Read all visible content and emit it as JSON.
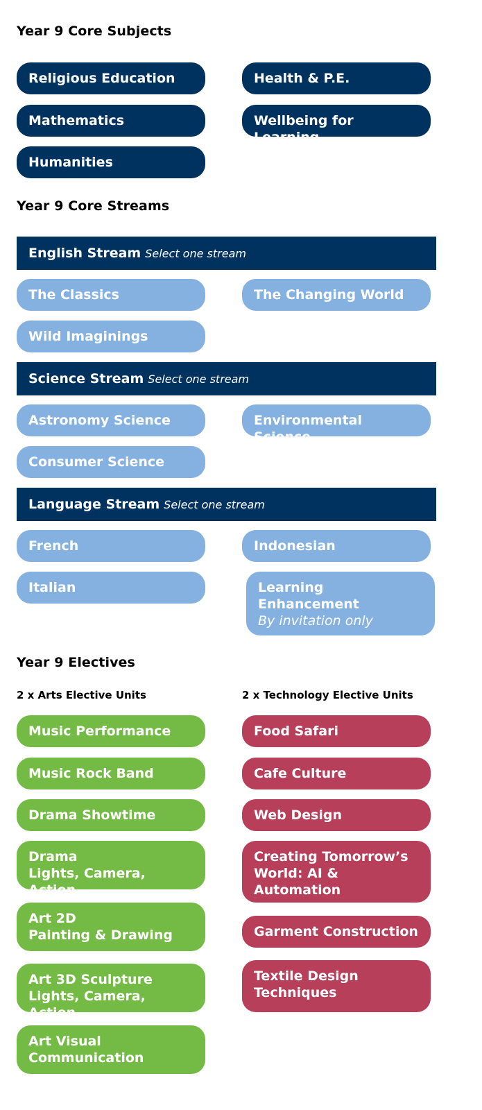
{
  "core_subjects": {
    "heading": "Year 9 Core Subjects",
    "items": [
      "Religious Education",
      "Health & P.E.",
      "Mathematics",
      "Wellbeing for Learning",
      "Humanities"
    ]
  },
  "core_streams": {
    "heading": "Year 9 Core Streams",
    "english": {
      "title": "English Stream",
      "note": "Select one stream",
      "options": [
        "The Classics",
        "The Changing World",
        "Wild Imaginings"
      ]
    },
    "science": {
      "title": "Science Stream",
      "note": "Select one stream",
      "options": [
        "Astronomy Science",
        "Environmental Science",
        "Consumer Science"
      ]
    },
    "language": {
      "title": "Language Stream",
      "note": "Select one stream",
      "options": [
        "French",
        "Indonesian",
        "Italian"
      ],
      "learning_enhancement": {
        "line1": "Learning",
        "line2": "Enhancement",
        "note": "By invitation only"
      }
    }
  },
  "electives": {
    "heading": "Year 9 Electives",
    "arts": {
      "label": "2 x Arts Elective Units",
      "items": [
        [
          "Music Performance"
        ],
        [
          "Music Rock Band"
        ],
        [
          "Drama Showtime"
        ],
        [
          "Drama",
          "Lights, Camera, Action"
        ],
        [
          "Art 2D",
          "Painting & Drawing"
        ],
        [
          "Art 3D Sculpture",
          "Lights, Camera, Action"
        ],
        [
          "Art Visual",
          "Communication"
        ]
      ]
    },
    "technology": {
      "label": "2 x Technology Elective Units",
      "items": [
        [
          "Food Safari"
        ],
        [
          "Cafe Culture"
        ],
        [
          "Web Design"
        ],
        [
          "Creating Tomorrow’s",
          "World: AI &",
          "Automation"
        ],
        [
          "Garment Construction"
        ],
        [
          "Textile Design",
          "Techniques"
        ]
      ]
    }
  },
  "colors": {
    "navy": "#00325f",
    "light_blue": "#84b1e0",
    "arts_green": "#74bb45",
    "technology_red": "#b73f5a"
  }
}
